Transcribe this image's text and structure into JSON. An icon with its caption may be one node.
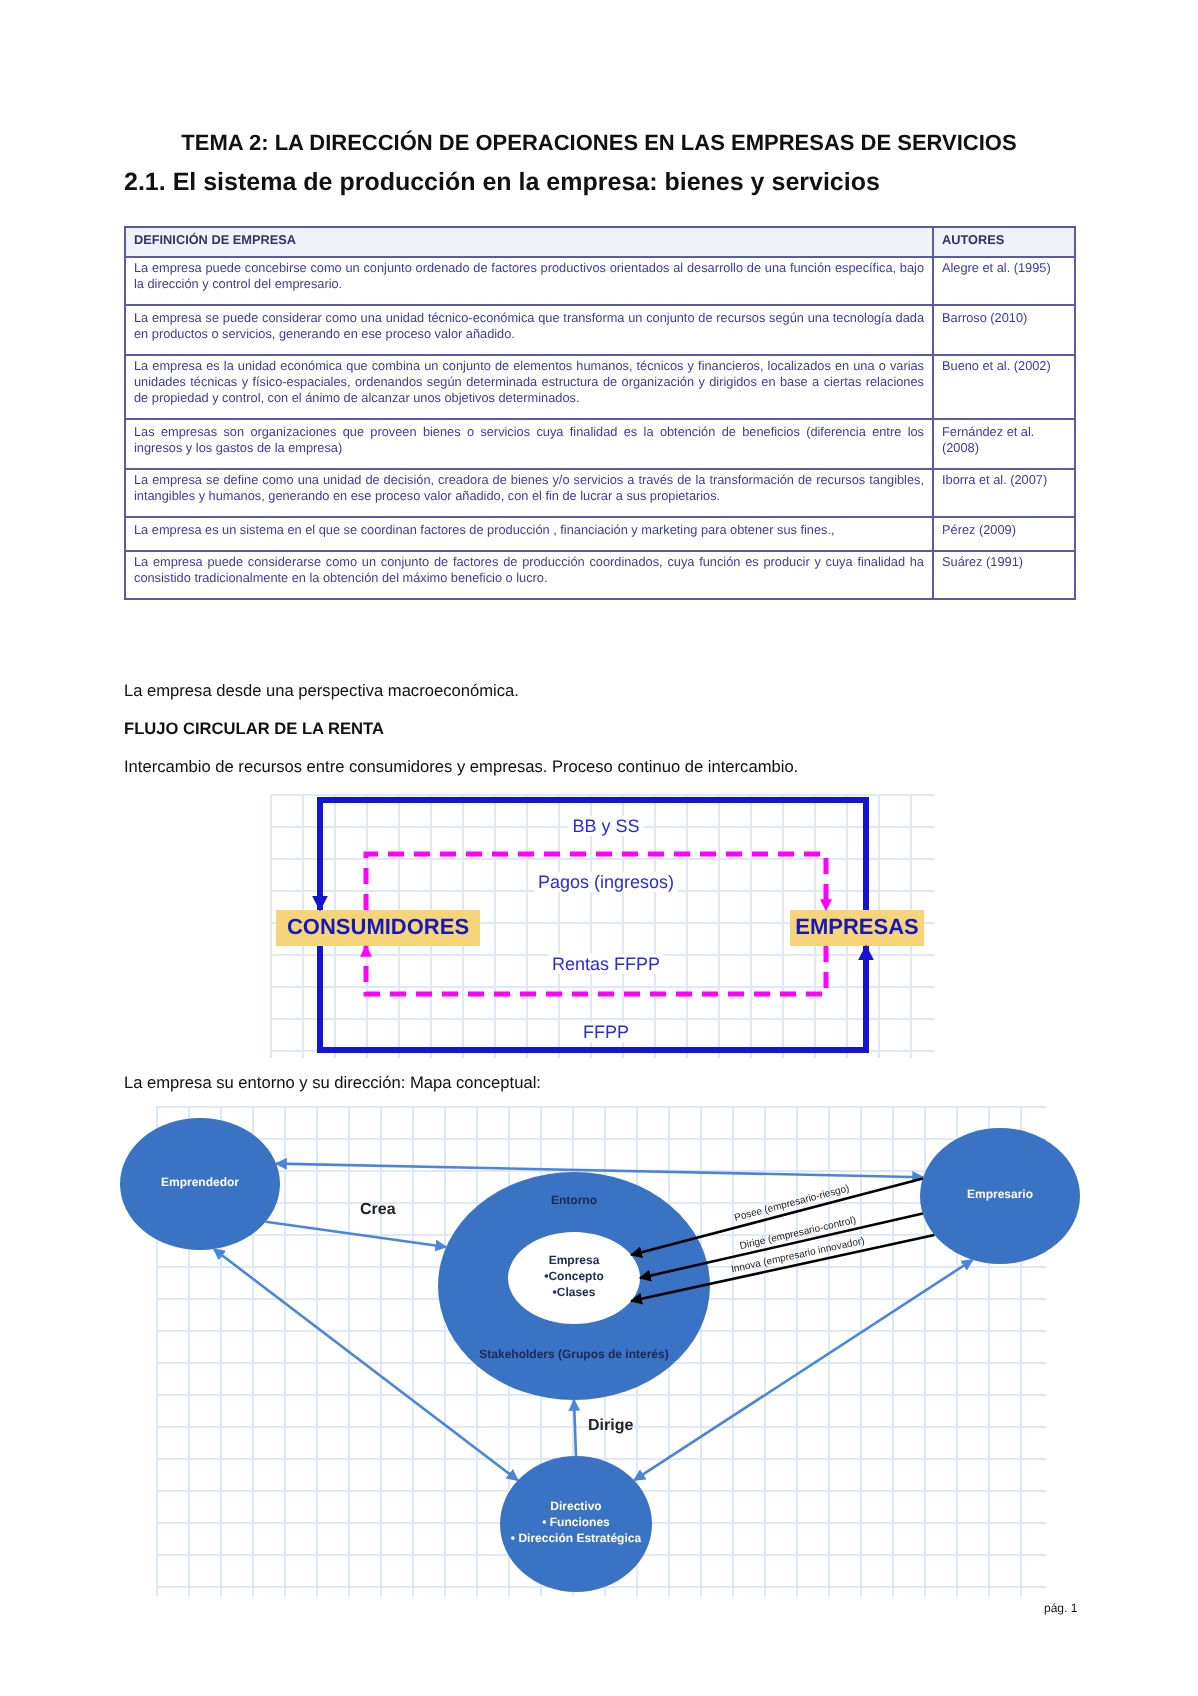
{
  "diagram": {
    "title": "TEMA 2: LA DIRECCIÓN DE OPERACIONES EN LAS EMPRESAS DE SERVICIOS",
    "nodes": [
      {
        "text": [
          "CONSUMIDORES"
        ]
      },
      {
        "text": [
          "EMPRESAS"
        ]
      },
      {
        "text": [
          "Emprendedor"
        ]
      },
      {
        "text": [
          "Entorno",
          "Stakeholders (Grupos de interés)"
        ]
      },
      {
        "text": [
          "Empresa",
          "•Concepto",
          "•Clases"
        ],
        "in": 3
      },
      {
        "text": [
          "Empresario"
        ]
      },
      {
        "text": [
          "Directivo",
          "• Funciones",
          "• Dirección Estratégica"
        ]
      }
    ],
    "edges": [
      {
        "from": 1,
        "to": 0,
        "arrow": "to",
        "label": "BB y SS",
        "style": "thick",
        "color": "#1414d2"
      },
      {
        "from": 0,
        "to": 1,
        "arrow": "to",
        "label": "FFPP",
        "style": "thick",
        "color": "#1414d2"
      },
      {
        "from": 0,
        "to": 1,
        "arrow": "to",
        "label": "Pagos (ingresos)",
        "style": "dashed",
        "color": "#ff00ff"
      },
      {
        "from": 1,
        "to": 0,
        "arrow": "to",
        "label": "Rentas FFPP",
        "style": "dashed",
        "color": "#ff00ff"
      },
      {
        "from": 2,
        "to": 5,
        "arrow": "both"
      },
      {
        "from": 2,
        "to": 3,
        "arrow": "to",
        "label": "Crea"
      },
      {
        "from": 5,
        "to": 4,
        "arrow": "to",
        "label": "Posee (empresario-riesgo)",
        "color": "#000000"
      },
      {
        "from": 5,
        "to": 4,
        "arrow": "to",
        "label": "Dirige (empresario-control)",
        "color": "#000000"
      },
      {
        "from": 5,
        "to": 4,
        "arrow": "to",
        "label": "Innova (empresario innovador)",
        "color": "#000000"
      },
      {
        "from": 6,
        "to": 2,
        "arrow": "both"
      },
      {
        "from": 6,
        "to": 5,
        "arrow": "both"
      },
      {
        "from": 6,
        "to": 3,
        "arrow": "to",
        "label": "Dirige"
      }
    ],
    "labels": [
      "2.1. El sistema de producción en la empresa: bienes y servicios",
      "DEFINICIÓN DE EMPRESA",
      "AUTORES",
      "La empresa puede concebirse como un conjunto ordenado de factores productivos orientados al desarrollo de una función específica, bajo la dirección y control del empresario.",
      "Alegre et al. (1995)",
      "La empresa se puede considerar como una unidad técnico-económica que transforma un conjunto de recursos según una tecnología dada en productos o servicios, generando en ese proceso valor añadido.",
      "Barroso (2010)",
      "La empresa es la unidad económica que combina un conjunto de elementos humanos, técnicos y financieros, localizados en una o varias unidades técnicas y físico-espaciales, ordenandos según determinada estructura de organización y dirigidos en base a ciertas relaciones de propiedad y control, con el ánimo de alcanzar  unos objetivos determinados.",
      "Bueno et al. (2002)",
      "Las empresas son organizaciones que proveen bienes o servicios cuya finalidad es la obtención de beneficios (diferencia entre los ingresos y los gastos de la empresa)",
      "Fernández et al. (2008)",
      "La empresa se define como una unidad de decisión, creadora de bienes y/o servicios a través de la transformación de recursos  tangibles, intangibles y humanos, generando en ese proceso valor añadido, con el fin de lucrar a sus propietarios.",
      "Iborra et al. (2007)",
      "La empresa es un sistema en el que se coordinan factores de producción , financiación y marketing para obtener sus fines.,",
      "Pérez (2009)",
      "La empresa puede considerarse como un conjunto de factores de producción coordinados, cuya función es producir y cuya finalidad ha consistido tradicionalmente  en la obtención del máximo beneficio o lucro.",
      "Suárez (1991)",
      "La empresa desde una perspectiva macroeconómica.",
      "FLUJO CIRCULAR DE LA RENTA",
      "Intercambio de recursos entre consumidores y empresas. Proceso continuo de intercambio.",
      "La empresa su entorno y su dirección: Mapa conceptual:",
      "pág. 1"
    ]
  }
}
